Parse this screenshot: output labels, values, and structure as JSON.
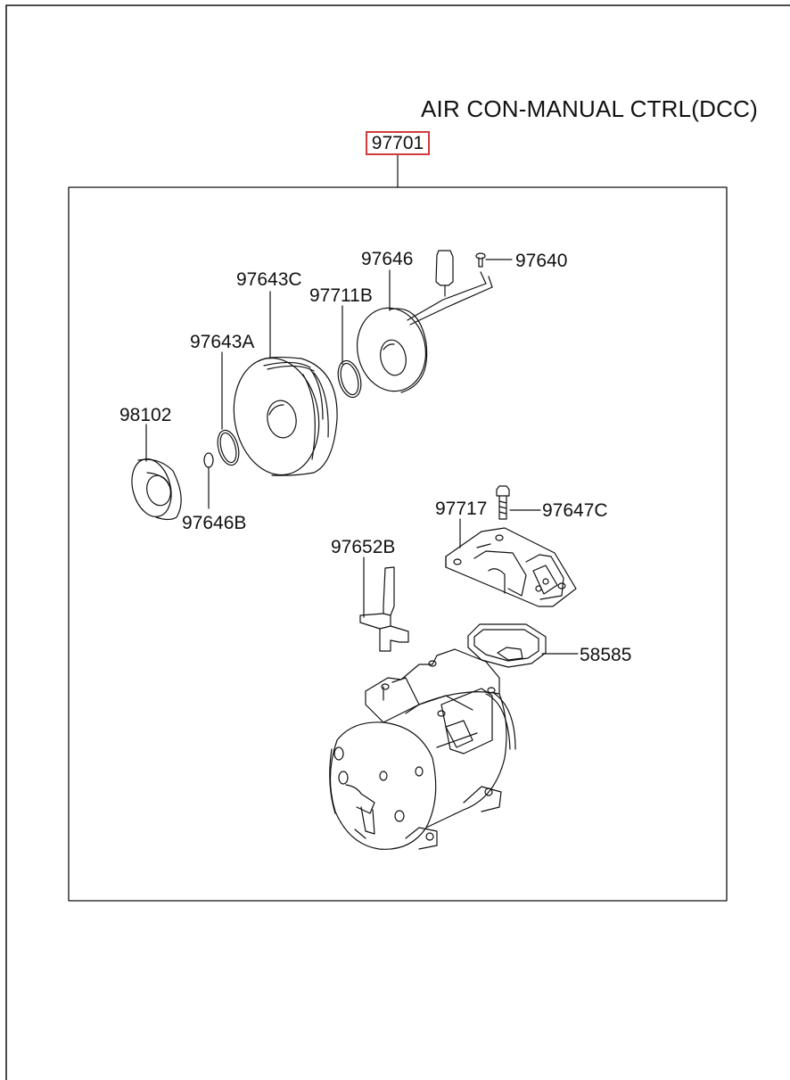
{
  "diagram": {
    "title": "AIR CON-MANUAL CTRL(DCC)",
    "assembly_part": "97701",
    "highlight_color": "#d23c3c",
    "parts": {
      "p97640": "97640",
      "p97646": "97646",
      "p97643C": "97643C",
      "p97711B": "97711B",
      "p97643A": "97643A",
      "p98102": "98102",
      "p97646B": "97646B",
      "p97717": "97717",
      "p97647C": "97647C",
      "p97652B": "97652B",
      "p58585": "58585"
    }
  }
}
